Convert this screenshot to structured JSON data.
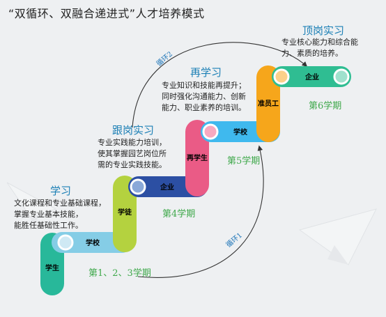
{
  "title": "“双循环、双融合递进式”人才培养模式",
  "stages": [
    {
      "title": "学习",
      "lines": [
        "文化课程和专业基础课程，",
        "掌握专业基本技能，",
        "能胜任基础性工作。"
      ]
    },
    {
      "title": "跟岗实习",
      "lines": [
        "专业实践能力培训，",
        "使其掌握园艺岗位所",
        "需的专业实践技能。"
      ]
    },
    {
      "title": "再学习",
      "lines": [
        "专业知识和技能再提升；",
        "同时强化沟通能力、创新",
        "能力、职业素养的培训。"
      ]
    },
    {
      "title": "顶岗实习",
      "lines": [
        "专业核心能力和综合能",
        "力、素质的培养。"
      ]
    }
  ],
  "terms": [
    "第1、2、3学期",
    "第4学期",
    "第5学期",
    "第6学期"
  ],
  "loops": [
    "循环1",
    "循环2"
  ],
  "steps": {
    "s1_vertical": "学生",
    "s1_horizontal": "学校",
    "s2_vertical": "学徒",
    "s2_horizontal": "企业",
    "s3_vertical": "再学生",
    "s3_horizontal": "学校",
    "s4_vertical": "准员工",
    "s4_horizontal": "企业"
  },
  "colors": {
    "teal": "#28b89a",
    "sky": "#85cde6",
    "lime": "#b4d23f",
    "navy": "#2c4fa3",
    "pink": "#ea5b86",
    "cyan": "#3fb9ee",
    "orange": "#f6a61b",
    "green": "#2fbd92"
  }
}
